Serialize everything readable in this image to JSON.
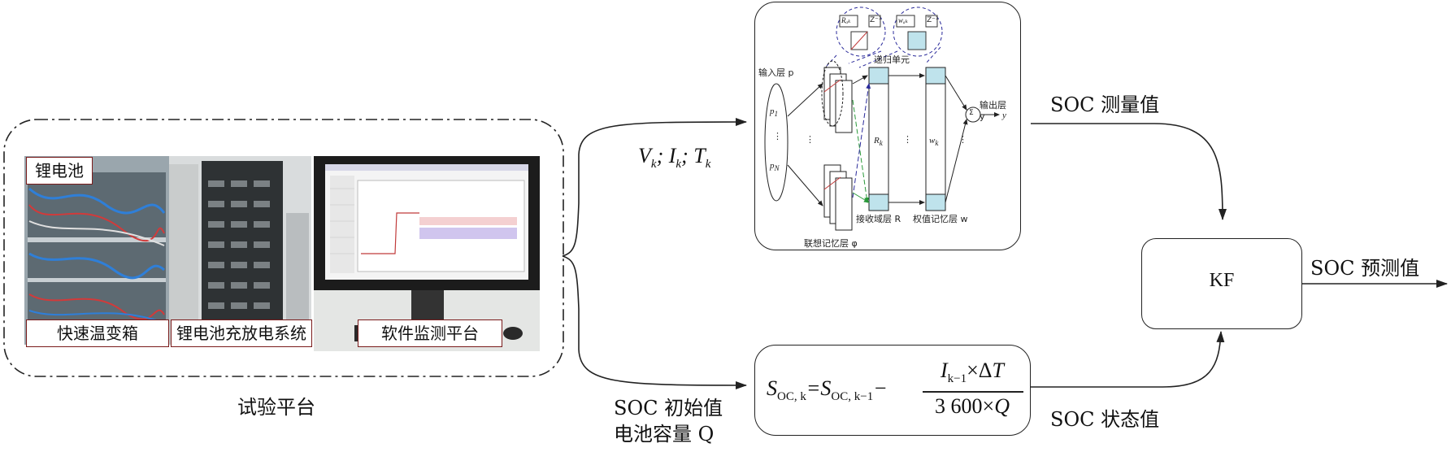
{
  "platform": {
    "caption": "试验平台",
    "tags": {
      "battery": "锂电池",
      "chamber": "快速温变箱",
      "charger": "锂电池充放电系统",
      "software": "软件监测平台"
    }
  },
  "inputs": {
    "vit": "V_k; I_k; T_k",
    "soc_init": "SOC 初始值",
    "capacity": "电池容量 Q"
  },
  "network": {
    "input_layer": "输入层 p",
    "assoc_layer": "联想记忆层 φ",
    "recurrent_unit": "递归单元",
    "receptive_layer": "接收域层 R",
    "weight_layer": "权值记忆层 w",
    "output_layer": "输出层 y",
    "p1": "p1",
    "pn": "pN",
    "rk": "Rk",
    "wk": "wk",
    "y": "y",
    "sum": "Σ",
    "z1": "Z⁻¹",
    "z2": "Z⁻¹",
    "rak": "Rₐₖ",
    "wak": "wₐₖ",
    "dots": "⋮"
  },
  "kf": {
    "label": "KF"
  },
  "outputs": {
    "soc_measured": "SOC 测量值",
    "soc_predicted": "SOC 预测值",
    "soc_state": "SOC 状态值"
  },
  "formula": {
    "lhs": "S_OC,k = S_OC,k−1 −",
    "numerator": "I_k−1 × ΔT",
    "denominator": "3 600 × Q"
  },
  "colors": {
    "line": "#222222",
    "cell_fill": "#bfe3ec",
    "tag_border": "#7a1b1b",
    "green_arrow": "#2a9a3a",
    "blue_arrow": "#2a2a9a"
  }
}
